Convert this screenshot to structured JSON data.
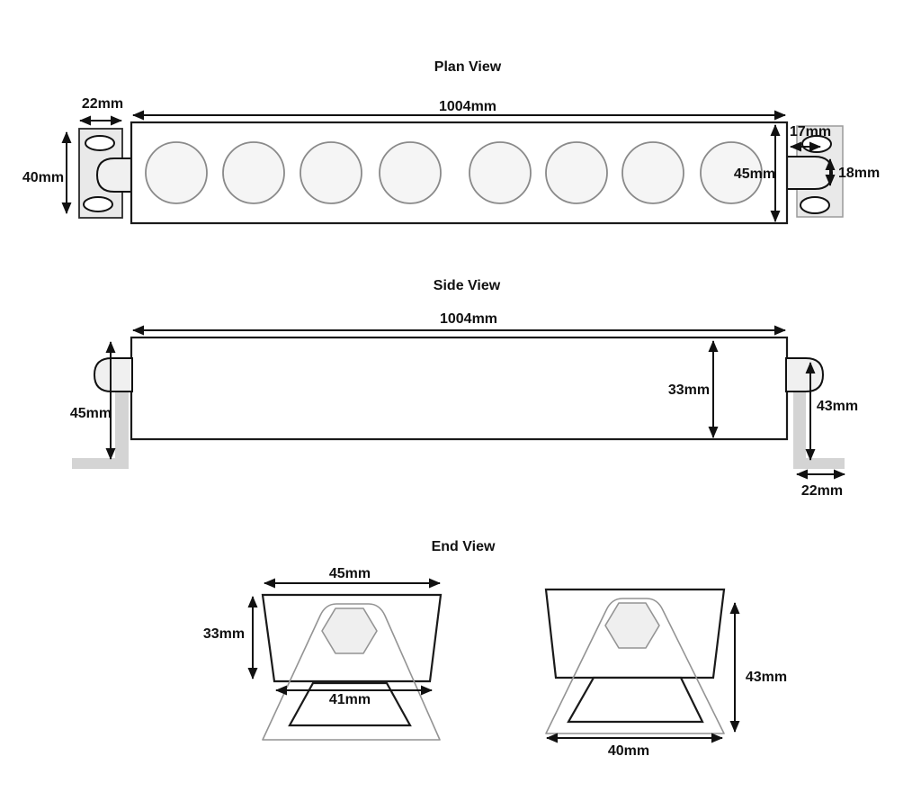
{
  "plan_view": {
    "title": "Plan View",
    "length": "1004mm",
    "bracket_width": "22mm",
    "bracket_height": "40mm",
    "bar_depth": "45mm",
    "slot_length": "17mm",
    "connector_height": "18mm",
    "led_count": 8
  },
  "side_view": {
    "title": "Side View",
    "length": "1004mm",
    "left_bracket_height": "45mm",
    "bar_height": "33mm",
    "right_bracket_height": "43mm",
    "bracket_foot_width": "22mm"
  },
  "end_view": {
    "title": "End View",
    "left": {
      "top_width": "45mm",
      "height": "33mm",
      "bottom_width": "41mm"
    },
    "right": {
      "height": "43mm",
      "base_width": "40mm"
    }
  },
  "colors": {
    "line": "#1a1a1a",
    "secondary_line": "#949494",
    "lens_fill": "#f5f5f5",
    "bracket_fill": "#e9e9e9",
    "gray_bracket_fill": "#d4d4d4",
    "background": "#ffffff"
  }
}
